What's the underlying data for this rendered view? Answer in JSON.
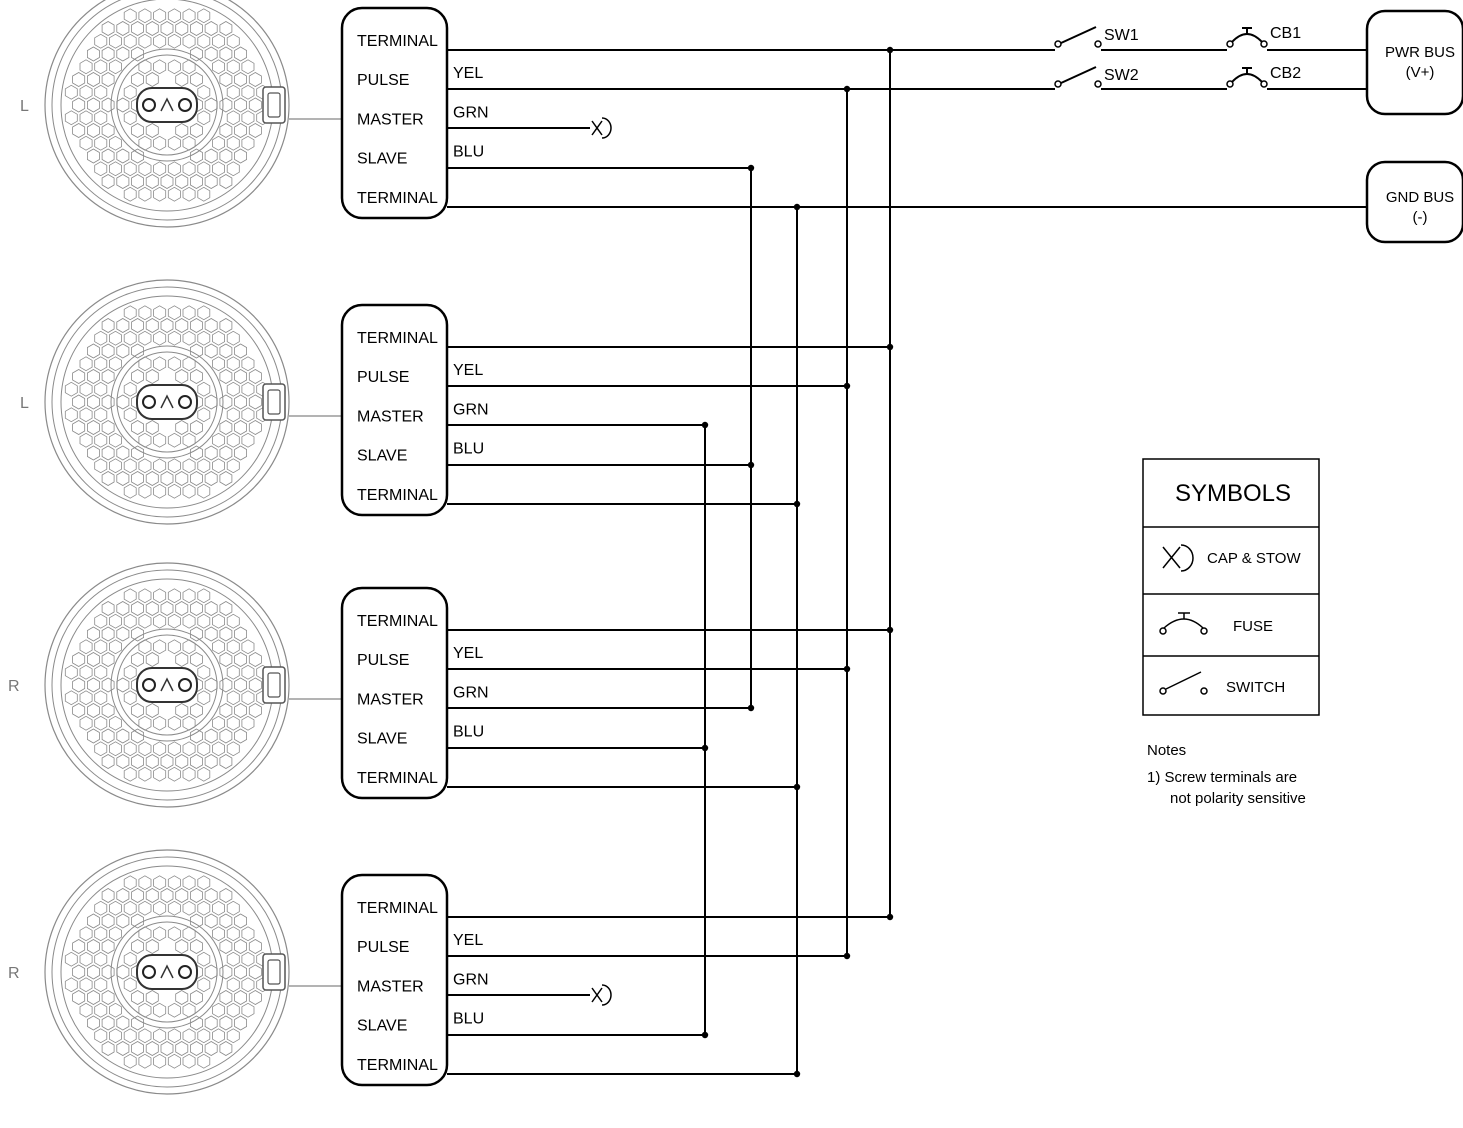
{
  "lights": [
    {
      "side": "L",
      "terminals": [
        "TERMINAL",
        "PULSE",
        "MASTER",
        "SLAVE",
        "TERMINAL"
      ],
      "wires": [
        "",
        "YEL",
        "GRN",
        "BLU",
        ""
      ]
    },
    {
      "side": "L",
      "terminals": [
        "TERMINAL",
        "PULSE",
        "MASTER",
        "SLAVE",
        "TERMINAL"
      ],
      "wires": [
        "",
        "YEL",
        "GRN",
        "BLU",
        ""
      ]
    },
    {
      "side": "R",
      "terminals": [
        "TERMINAL",
        "PULSE",
        "MASTER",
        "SLAVE",
        "TERMINAL"
      ],
      "wires": [
        "",
        "YEL",
        "GRN",
        "BLU",
        ""
      ]
    },
    {
      "side": "R",
      "terminals": [
        "TERMINAL",
        "PULSE",
        "MASTER",
        "SLAVE",
        "TERMINAL"
      ],
      "wires": [
        "",
        "YEL",
        "GRN",
        "BLU",
        ""
      ]
    }
  ],
  "switches": [
    "SW1",
    "SW2"
  ],
  "breakers": [
    "CB1",
    "CB2"
  ],
  "pwr_bus": {
    "line1": "PWR BUS",
    "line2": "(V+)"
  },
  "gnd_bus": {
    "line1": "GND BUS",
    "line2": "(-)"
  },
  "cap_symbol": "X",
  "symbols": {
    "title": "SYMBOLS",
    "items": [
      {
        "icon": "cap-and-stow-icon",
        "label": "CAP & STOW"
      },
      {
        "icon": "fuse-icon",
        "label": "FUSE"
      },
      {
        "icon": "switch-icon",
        "label": "SWITCH"
      }
    ]
  },
  "notes": {
    "heading": "Notes",
    "lines": [
      "1) Screw terminals are",
      "not polarity sensitive"
    ]
  }
}
